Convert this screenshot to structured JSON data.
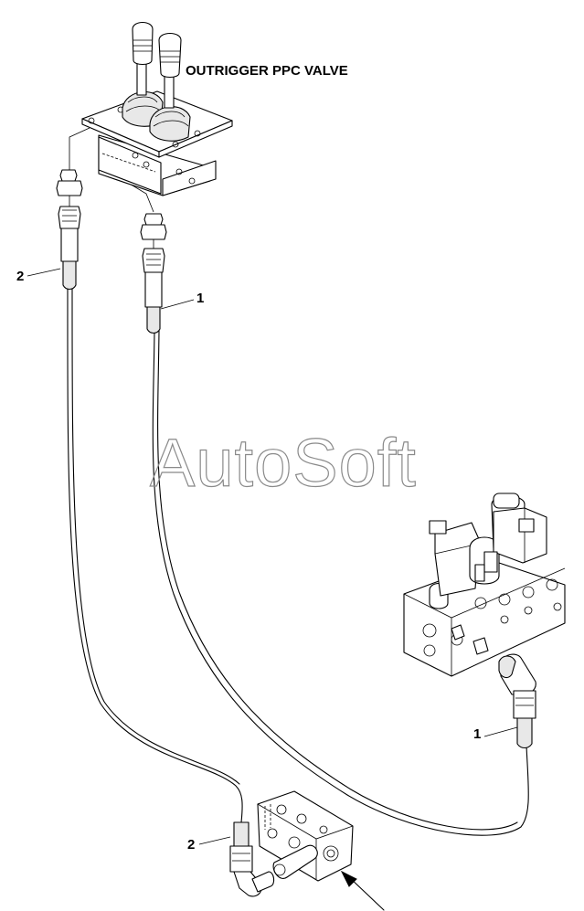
{
  "diagram": {
    "title_label": "OUTRIGGER PPC VALVE",
    "watermark": "AutoSoft",
    "callouts": {
      "hose_2_upper": "2",
      "hose_1_upper": "1",
      "hose_1_lower": "1",
      "hose_2_lower": "2"
    }
  }
}
